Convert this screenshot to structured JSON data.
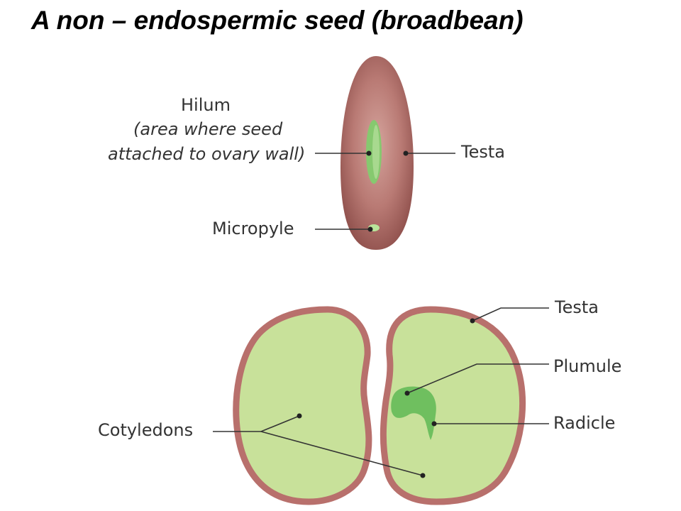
{
  "title": "A non – endospermic seed (broadbean)",
  "labels": {
    "hilum": "Hilum",
    "hilum_note_1": "(area where seed",
    "hilum_note_2": "attached to ovary wall)",
    "testa_top": "Testa",
    "micropyle": "Micropyle",
    "testa_bottom": "Testa",
    "plumule": "Plumule",
    "radicle": "Radicle",
    "cotyledons": "Cotyledons"
  },
  "colors": {
    "seed_coat": "#a0615e",
    "seed_coat_light": "#d4a39c",
    "hilum_green": "#86c96f",
    "cotyledon_fill": "#c8e19a",
    "testa_rim": "#b8706c",
    "embryo_green": "#6fbf5f"
  }
}
